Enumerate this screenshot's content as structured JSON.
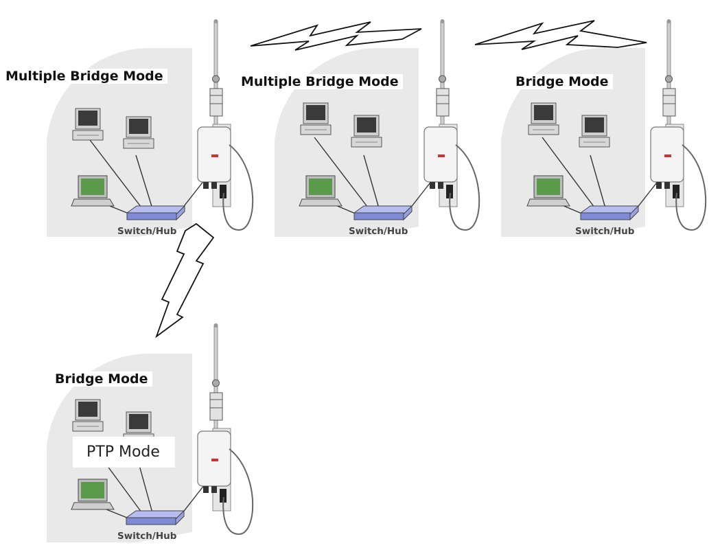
{
  "site_a": {
    "mode_label": "Multiple Bridge Mode",
    "hub_label": "Switch/Hub"
  },
  "site_b": {
    "mode_label": "Multiple Bridge Mode",
    "hub_label": "Switch/Hub"
  },
  "site_c": {
    "mode_label": "Bridge Mode",
    "hub_label": "Switch/Hub"
  },
  "site_d": {
    "mode_label": "Bridge Mode",
    "hub_label": "Switch/Hub",
    "link_label": "PTP Mode"
  },
  "colors": {
    "watermark": "#e9e9e9",
    "screen": "#5a9a4a",
    "hub": "#7f8bd6",
    "access_point": "#f4f4f4",
    "cable": "#333333"
  }
}
